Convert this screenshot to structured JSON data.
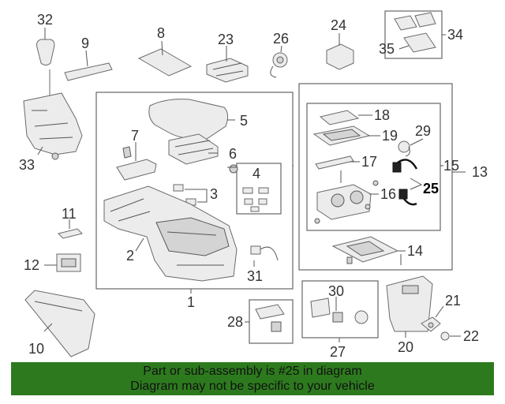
{
  "diagram": {
    "callouts": {
      "n1": "1",
      "n2": "2",
      "n3": "3",
      "n4": "4",
      "n5": "5",
      "n6": "6",
      "n7": "7",
      "n8": "8",
      "n9": "9",
      "n10": "10",
      "n11": "11",
      "n12": "12",
      "n13": "13",
      "n14": "14",
      "n15": "15",
      "n16": "16",
      "n17": "17",
      "n18": "18",
      "n19": "19",
      "n20": "20",
      "n21": "21",
      "n22": "22",
      "n23": "23",
      "n24": "24",
      "n25": "25",
      "n26": "26",
      "n27": "27",
      "n28": "28",
      "n29": "29",
      "n30": "30",
      "n31": "31",
      "n32": "32",
      "n33": "33",
      "n34": "34",
      "n35": "35"
    },
    "highlight_color": "#111111"
  },
  "footer": {
    "line1": "Part or sub-assembly is #25 in diagram",
    "line2": "Diagram may not be specific to your vehicle",
    "background": "#2d7a1e"
  }
}
